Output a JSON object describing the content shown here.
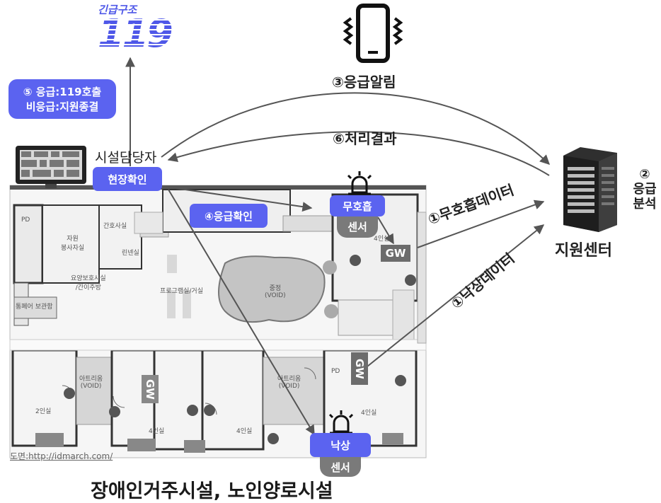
{
  "logo": {
    "small_text": "긴급구조",
    "number": "119"
  },
  "emergency_alarm": {
    "label": "③응급알림"
  },
  "call_box": {
    "line1": "⑤ 응급:119호출",
    "line2": "비응급:지원종결"
  },
  "result": {
    "label": "⑥처리결과"
  },
  "facility_manager": {
    "label": "시설담당자",
    "badge": "현장확인"
  },
  "confirm": {
    "label": "④응급확인"
  },
  "breath_sensor": {
    "label": "무호흡",
    "sensor": "센서"
  },
  "fall_sensor": {
    "label": "낙상",
    "sensor": "센서"
  },
  "gateway": {
    "label": "GW"
  },
  "breath_data": {
    "label": "①무호흡데이터"
  },
  "fall_data": {
    "label": "①낙상데이터"
  },
  "support_center": {
    "label": "지원센터",
    "step": "②",
    "analysis_line1": "응급",
    "analysis_line2": "분석"
  },
  "floorplan": {
    "credit": "도면:http://idmarch.com/",
    "rooms": {
      "pd1": "PD",
      "volunteer": "자원\n봉사자실",
      "nurse": "간호사실",
      "linen": "린넨실",
      "care": "요양보호사실\n/간이주방",
      "program": "프로그램실/거실",
      "center_void": "중정\n(VOID)",
      "atrium_left": "아트리움\n(VOID)",
      "atrium_right": "아트리움\n(VOID)",
      "room2": "2인실",
      "room4a": "4인실",
      "room4b": "4인실",
      "room4c": "4인실",
      "room4d": "4인실",
      "toilet": "통폐어 보관함",
      "pd2": "PD"
    }
  },
  "caption": {
    "title": "장애인거주시설, 노인양로시설"
  },
  "colors": {
    "accent": "#5b63f0",
    "arrow": "#555555",
    "plan_wall": "#333333"
  }
}
